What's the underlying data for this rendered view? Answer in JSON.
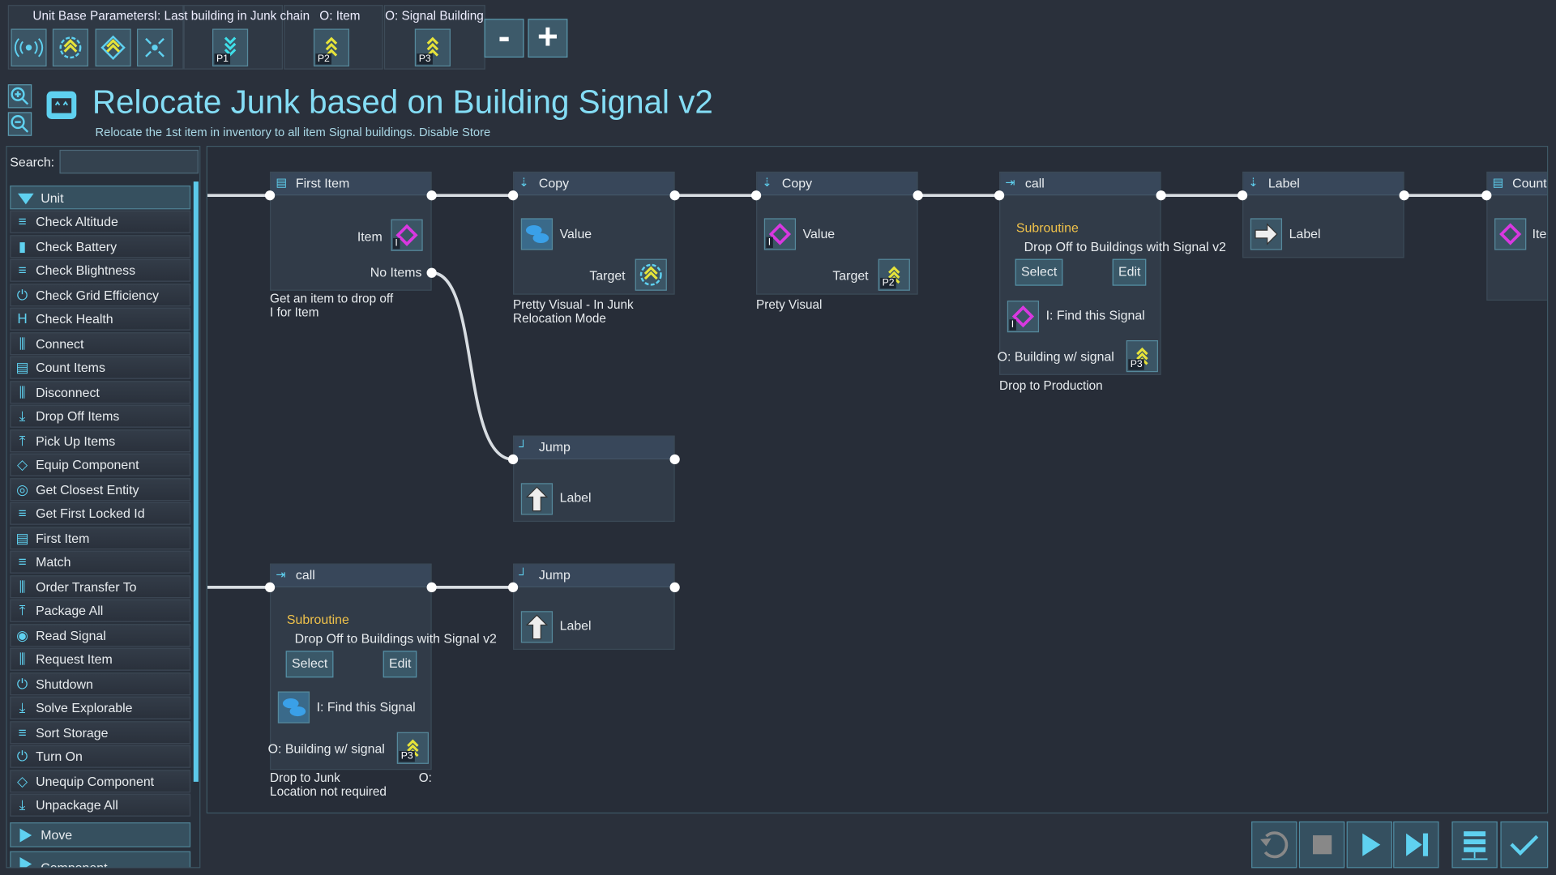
{
  "toolbar": {
    "groups": [
      {
        "label": "Unit Base Parameters"
      },
      {
        "label": "I: Last building in Junk chain",
        "param": "P1"
      },
      {
        "label": "O: Item",
        "param": "P2"
      },
      {
        "label": "O: Signal Building",
        "param": "P3"
      }
    ],
    "base_icons": [
      "signal-icon",
      "radar-icon",
      "item-transfer-icon",
      "compress-icon"
    ],
    "remove_label": "-",
    "add_label": "+"
  },
  "header": {
    "title": "Relocate Junk based on Building Signal v2",
    "subtitle": "Relocate the 1st item in inventory to all item Signal buildings. Disable Store"
  },
  "sidebar": {
    "search_label": "Search:",
    "search_value": "",
    "category": "Unit",
    "items": [
      {
        "label": "Check Altitude",
        "icon": "≡"
      },
      {
        "label": "Check Battery",
        "icon": "▮"
      },
      {
        "label": "Check Blightness",
        "icon": "≡"
      },
      {
        "label": "Check Grid Efficiency",
        "icon": "⏻"
      },
      {
        "label": "Check Health",
        "icon": "H"
      },
      {
        "label": "Connect",
        "icon": "⫼"
      },
      {
        "label": "Count Items",
        "icon": "▤"
      },
      {
        "label": "Disconnect",
        "icon": "⫼"
      },
      {
        "label": "Drop Off Items",
        "icon": "⤓"
      },
      {
        "label": "Pick Up Items",
        "icon": "⤒"
      },
      {
        "label": "Equip Component",
        "icon": "◇"
      },
      {
        "label": "Get Closest Entity",
        "icon": "◎"
      },
      {
        "label": "Get First Locked Id",
        "icon": "≡"
      },
      {
        "label": "First Item",
        "icon": "▤"
      },
      {
        "label": "Match",
        "icon": "≡"
      },
      {
        "label": "Order Transfer To",
        "icon": "⫼"
      },
      {
        "label": "Package All",
        "icon": "⤒"
      },
      {
        "label": "Read Signal",
        "icon": "◉"
      },
      {
        "label": "Request Item",
        "icon": "⫼"
      },
      {
        "label": "Shutdown",
        "icon": "⏻"
      },
      {
        "label": "Solve Explorable",
        "icon": "⤓"
      },
      {
        "label": "Sort Storage",
        "icon": "≡"
      },
      {
        "label": "Turn On",
        "icon": "⏻"
      },
      {
        "label": "Unequip Component",
        "icon": "◇"
      },
      {
        "label": "Unpackage All",
        "icon": "⤓"
      }
    ],
    "categories_below": [
      "Move",
      "Component"
    ]
  },
  "nodes": {
    "first_item": {
      "title": "First Item",
      "param": "Item",
      "param_tag": "I",
      "out": "No Items",
      "desc": "Get an item to drop off\nI for Item"
    },
    "copy1": {
      "title": "Copy",
      "value": "Value",
      "target": "Target",
      "desc": "Pretty Visual - In Junk\nRelocation Mode"
    },
    "copy2": {
      "title": "Copy",
      "value": "Value",
      "value_tag": "I",
      "target": "Target",
      "target_tag": "P2",
      "desc": "Prety Visual"
    },
    "call1": {
      "title": "call",
      "sub_label": "Subroutine",
      "sub_name": "Drop Off to Buildings with Signal v2",
      "select": "Select",
      "edit": "Edit",
      "in": "I: Find this Signal",
      "in_tag": "I",
      "out": "O: Building w/ signal",
      "out_tag": "P3",
      "desc": "Drop to Production"
    },
    "label": {
      "title": "Label",
      "param": "Label"
    },
    "count": {
      "title": "Count",
      "param": "Iter"
    },
    "jump1": {
      "title": "Jump",
      "param": "Label"
    },
    "call2": {
      "title": "call",
      "sub_label": "Subroutine",
      "sub_name": "Drop Off to Buildings with Signal v2",
      "select": "Select",
      "edit": "Edit",
      "in": "I: Find this Signal",
      "out": "O: Building w/ signal",
      "out_tag": "P3",
      "desc": "Drop to Junk\nLocation not required",
      "desc_right": "O:"
    },
    "jump2": {
      "title": "Jump",
      "param": "Label"
    }
  },
  "controls": [
    "undo-button",
    "stop-button",
    "play-button",
    "step-button",
    "library-button",
    "confirm-button"
  ],
  "colors": {
    "accent": "#5fd1f0",
    "title": "#84ddf5",
    "subroutine": "#f0c24a",
    "signal": "#d838e0",
    "param": "#e6e33a"
  }
}
